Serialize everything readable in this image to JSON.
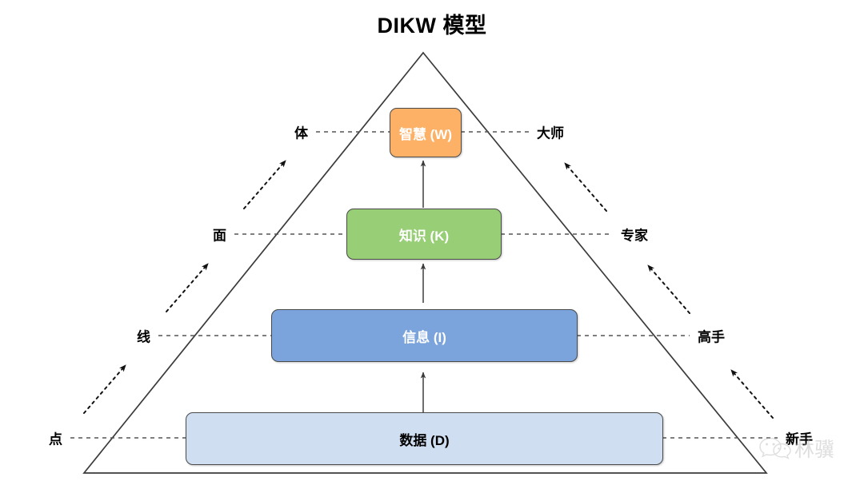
{
  "title": "DIKW 模型",
  "diagram": {
    "type": "pyramid",
    "layers": [
      {
        "id": "wisdom",
        "label": "智慧 (W)",
        "fill": "#FCB167",
        "stroke": "#4a4a4a",
        "text_color": "#ffffff",
        "left_label": "体",
        "right_label": "大师",
        "level": 4
      },
      {
        "id": "knowledge",
        "label": "知识 (K)",
        "fill": "#97CE76",
        "stroke": "#4a4a4a",
        "text_color": "#ffffff",
        "left_label": "面",
        "right_label": "专家",
        "level": 3
      },
      {
        "id": "information",
        "label": "信息 (I)",
        "fill": "#7BA3DC",
        "stroke": "#4a4a4a",
        "text_color": "#ffffff",
        "left_label": "线",
        "right_label": "高手",
        "level": 2
      },
      {
        "id": "data",
        "label": "数据 (D)",
        "fill": "#D0DEF2",
        "stroke": "#4a4a4a",
        "text_color": "#000000",
        "left_label": "点",
        "right_label": "新手",
        "level": 1
      }
    ],
    "left_axis_labels": [
      "点",
      "线",
      "面",
      "体"
    ],
    "right_axis_labels": [
      "新手",
      "高手",
      "专家",
      "大师"
    ],
    "flow_direction": "bottom-to-top",
    "triangle_stroke": "#3b3b3b",
    "connector_stroke": "#4a4a4a",
    "dashed_stroke": "#555555"
  },
  "watermark": {
    "icon": "wechat-icon",
    "text": "林骥",
    "color": "#b8b8b8"
  }
}
